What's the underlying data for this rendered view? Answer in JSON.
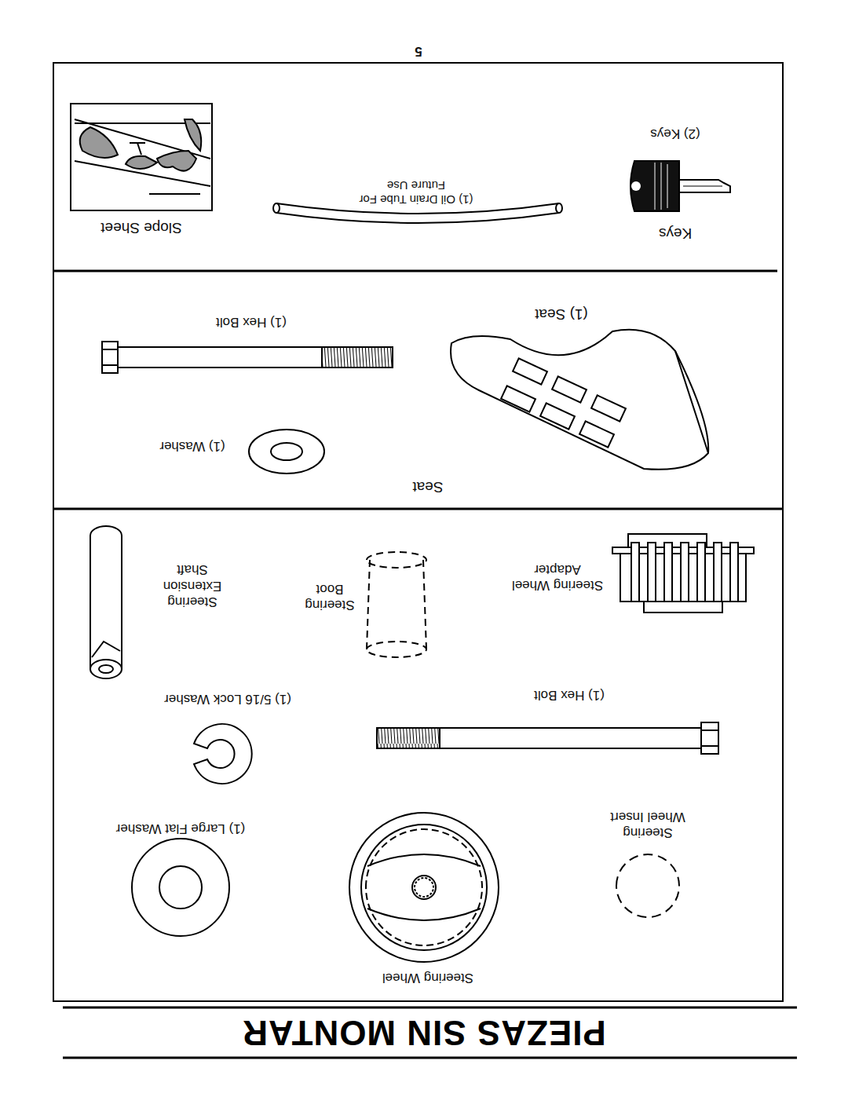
{
  "diagram": {
    "title": "PIEZAS SIN MONTAR",
    "labels": [
      "Steering Wheel",
      "Steering Wheel Insert",
      "(1) Large Flat Washer",
      "(1) Hex Bolt",
      "(1) 5/16 Lock Washer",
      "Steering Wheel Adapter",
      "Steering Boot",
      "Steering Extension Shaft",
      "Seat",
      "(1) Seat",
      "(1) Washer",
      "(1) Hex Bolt",
      "Keys",
      "(2) Keys",
      "(1) Oil Drain Tube For Future Use",
      "Slope Sheet",
      "5"
    ]
  }
}
